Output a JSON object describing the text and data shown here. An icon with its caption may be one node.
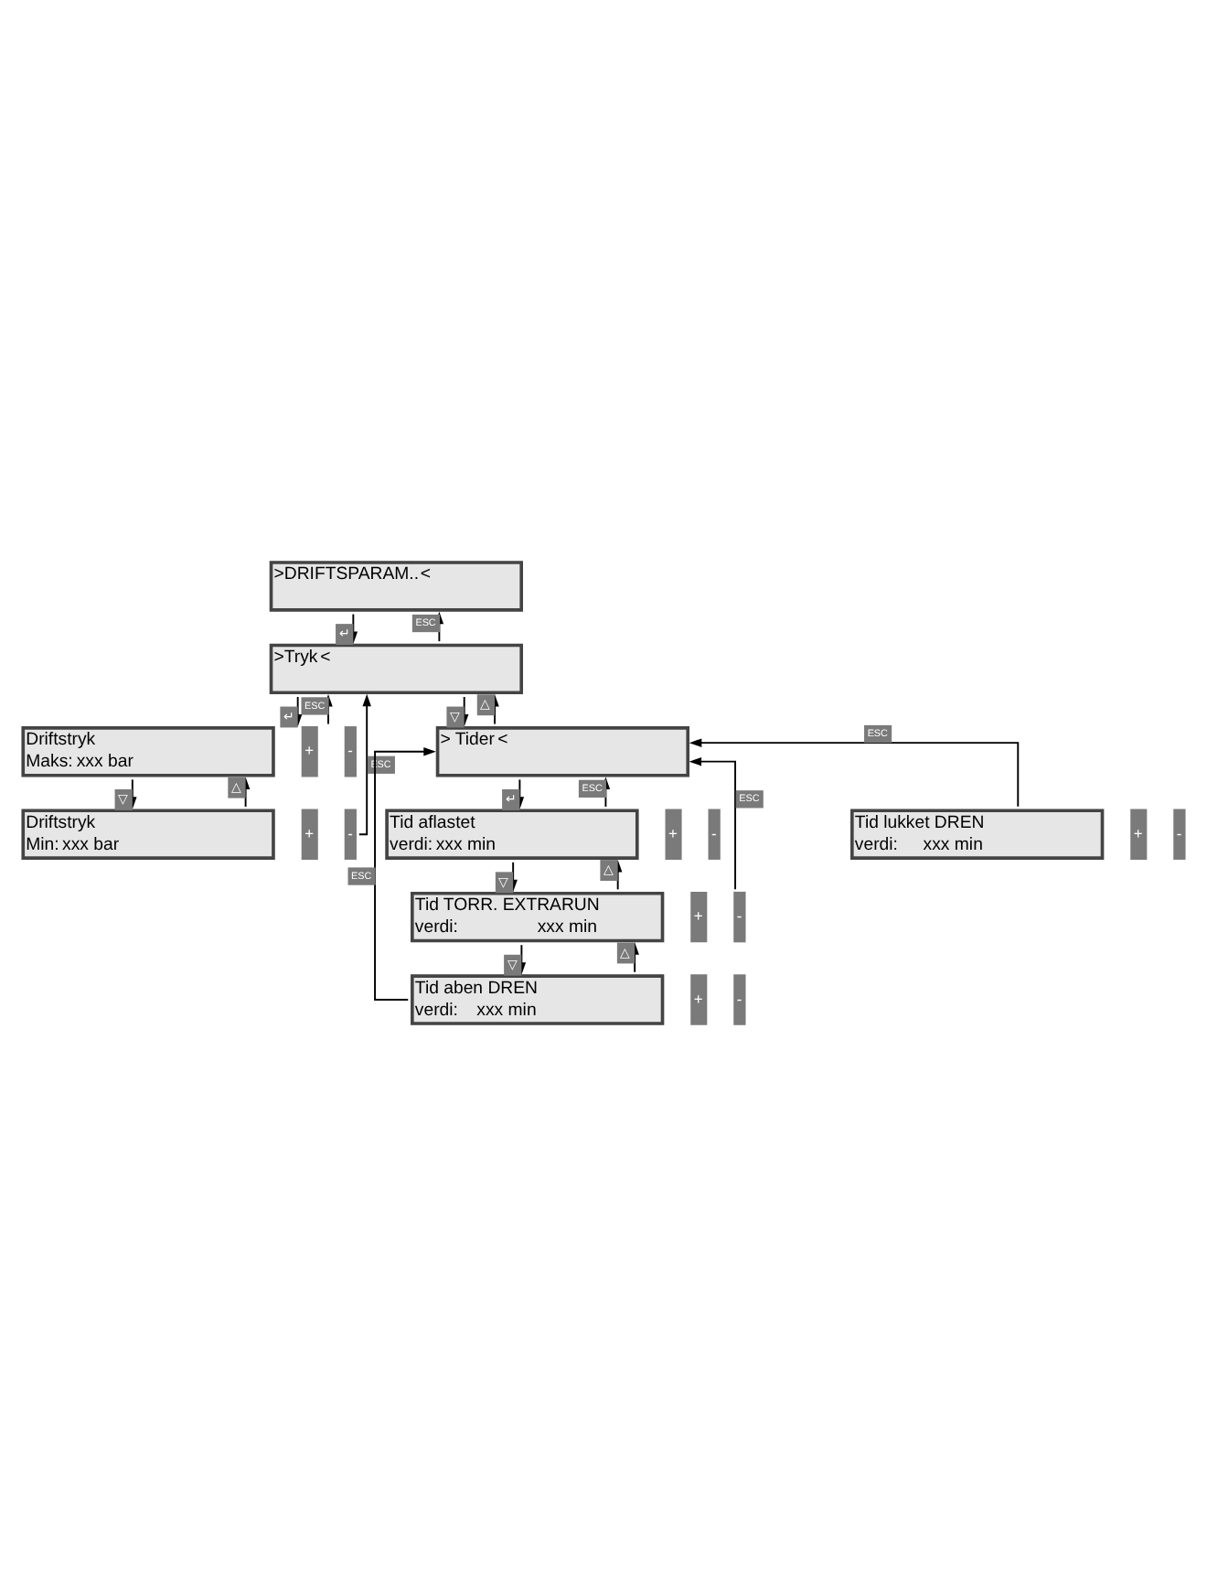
{
  "diagram": {
    "nodes": [
      {
        "text": [
          ">DRIFTSPARAM..",
          "<"
        ]
      },
      {
        "text": [
          ">Tryk",
          "<"
        ]
      },
      {
        "text": [
          "Driftstryk",
          "Maks:",
          "xxx bar"
        ],
        "beside": [
          "+",
          "-"
        ]
      },
      {
        "text": [
          "Driftstryk",
          "Min:",
          "xxx bar"
        ],
        "beside": [
          "+",
          "-"
        ]
      },
      {
        "text": [
          "> Tider",
          "<"
        ]
      },
      {
        "text": [
          "Tid aflastet",
          "verdi:",
          "xxx min"
        ],
        "beside": [
          "+",
          "-"
        ]
      },
      {
        "text": [
          "Tid TORR. EXTRARUN",
          "verdi:",
          "xxx min"
        ],
        "beside": [
          "+",
          "-"
        ]
      },
      {
        "text": [
          "Tid aben DREN",
          "verdi:",
          "xxx min"
        ],
        "beside": [
          "+",
          "-"
        ]
      },
      {
        "text": [
          "Tid lukket DREN",
          "verdi:",
          "xxx min"
        ],
        "beside": [
          "+",
          "-"
        ]
      }
    ],
    "edges": [
      {
        "from": 0,
        "to": 1,
        "arrow": "to",
        "label": "↵"
      },
      {
        "from": 1,
        "to": 0,
        "arrow": "to",
        "label": "ESC"
      },
      {
        "from": 1,
        "to": 2,
        "arrow": "to",
        "label": "↵"
      },
      {
        "from": 2,
        "to": 1,
        "arrow": "to",
        "label": "ESC"
      },
      {
        "from": 3,
        "to": 1,
        "arrow": "to",
        "label": "ESC"
      },
      {
        "from": 2,
        "to": 3,
        "arrow": "to",
        "label": "▽"
      },
      {
        "from": 3,
        "to": 2,
        "arrow": "to",
        "label": "△"
      },
      {
        "from": 1,
        "to": 4,
        "arrow": "to",
        "label": "▽"
      },
      {
        "from": 4,
        "to": 1,
        "arrow": "to",
        "label": "△"
      },
      {
        "from": 4,
        "to": 5,
        "arrow": "to",
        "label": "↵"
      },
      {
        "from": 5,
        "to": 4,
        "arrow": "to",
        "label": "ESC"
      },
      {
        "from": 6,
        "to": 4,
        "arrow": "to",
        "label": "ESC"
      },
      {
        "from": 7,
        "to": 4,
        "arrow": "to",
        "label": "ESC"
      },
      {
        "from": 8,
        "to": 4,
        "arrow": "to",
        "label": "ESC"
      },
      {
        "from": 5,
        "to": 6,
        "arrow": "to",
        "label": "▽"
      },
      {
        "from": 6,
        "to": 5,
        "arrow": "to",
        "label": "△"
      },
      {
        "from": 6,
        "to": 7,
        "arrow": "to",
        "label": "▽"
      },
      {
        "from": 7,
        "to": 6,
        "arrow": "to",
        "label": "△"
      }
    ]
  }
}
